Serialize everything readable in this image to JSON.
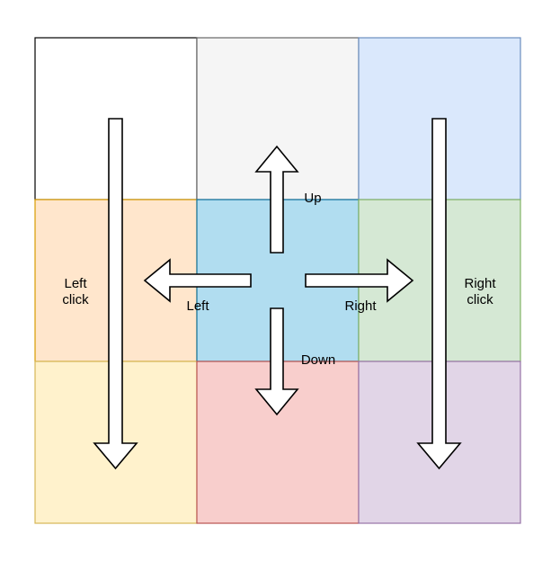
{
  "diagram": {
    "cells": [
      {
        "fill": "#ffffff",
        "stroke": "#000000"
      },
      {
        "fill": "#f5f5f5",
        "stroke": "#666666"
      },
      {
        "fill": "#dae8fc",
        "stroke": "#6c8ebf"
      },
      {
        "fill": "#ffe6cc",
        "stroke": "#d79b00"
      },
      {
        "fill": "#b1ddf0",
        "stroke": "#10739e"
      },
      {
        "fill": "#d5e8d4",
        "stroke": "#82b366"
      },
      {
        "fill": "#fff2cc",
        "stroke": "#d6b656"
      },
      {
        "fill": "#f8cecc",
        "stroke": "#b85450"
      },
      {
        "fill": "#e1d5e7",
        "stroke": "#9673a6"
      }
    ],
    "labels": {
      "up": "Up",
      "down": "Down",
      "left": "Left",
      "right": "Right",
      "left_click_line1": "Left",
      "left_click_line2": "click",
      "right_click_line1": "Right",
      "right_click_line2": "click"
    },
    "arrow_fill": "#ffffff",
    "arrow_stroke": "#000000"
  }
}
